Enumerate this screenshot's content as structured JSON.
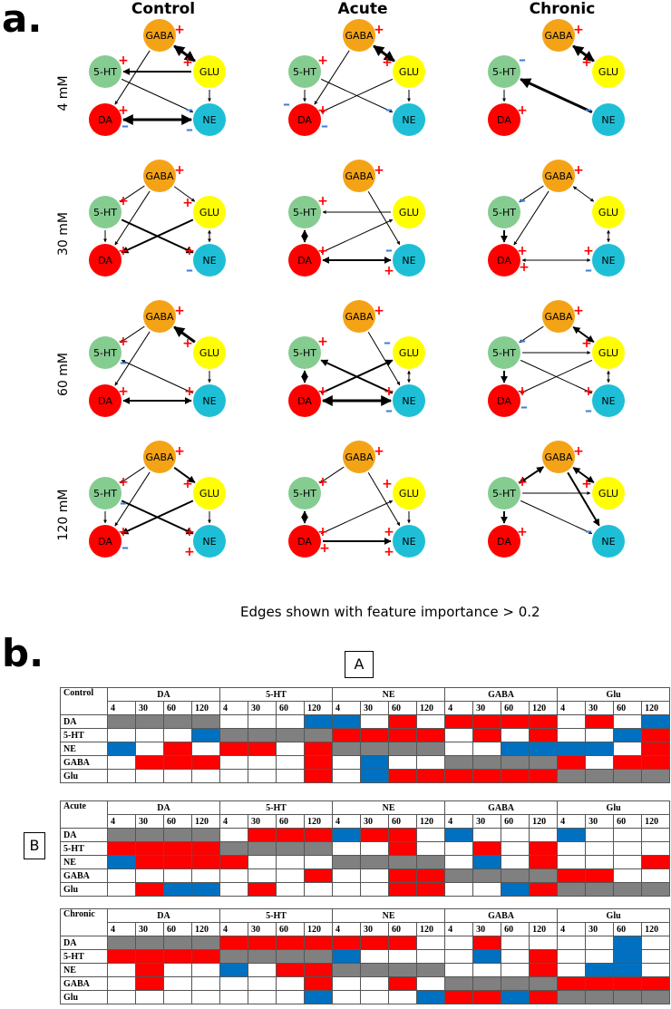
{
  "panel_a_label": "a.",
  "panel_b_label": "b.",
  "columns": [
    "Control",
    "Acute",
    "Chronic"
  ],
  "rows": [
    "4 mM",
    "30 mM",
    "60 mM",
    "120 mM"
  ],
  "footer": "Edges shown with feature importance > 0.2",
  "node_labels": {
    "GABA": "GABA",
    "GLU": "GLU",
    "5HT": "5-HT",
    "DA": "DA",
    "NE": "NE"
  },
  "node_colors": {
    "GABA": "#f5a316",
    "GLU": "#ffff00",
    "5HT": "#85cc91",
    "DA": "#ff0000",
    "NE": "#1ebfd6"
  },
  "sign_colors": {
    "plus": "#ff0000",
    "minus": "#3f7fd6"
  },
  "networks": [
    [
      {
        "edges": [
          [
            "GLU",
            "5HT",
            2
          ],
          [
            "GLU",
            "GABA",
            3,
            "both"
          ],
          [
            "GLU",
            "NE",
            1
          ],
          [
            "GABA",
            "DA",
            1
          ],
          [
            "5HT",
            "NE",
            1
          ],
          [
            "DA",
            "NE",
            3,
            "both"
          ]
        ],
        "signs": [
          [
            "GABA",
            "+"
          ],
          [
            "GLU",
            "+"
          ],
          [
            "5HT",
            "+"
          ],
          [
            "DA",
            "+"
          ],
          [
            "DA",
            "-"
          ],
          [
            "NE",
            "-"
          ],
          [
            "NE",
            "-"
          ]
        ]
      },
      {
        "edges": [
          [
            "GLU",
            "GABA",
            3,
            "both"
          ],
          [
            "GABA",
            "DA",
            1
          ],
          [
            "5HT",
            "NE",
            1
          ],
          [
            "GLU",
            "DA",
            1
          ],
          [
            "GLU",
            "NE",
            1
          ],
          [
            "5HT",
            "DA",
            1
          ]
        ],
        "signs": [
          [
            "GABA",
            "+"
          ],
          [
            "GLU",
            "+"
          ],
          [
            "5HT",
            "+"
          ],
          [
            "DA",
            "+"
          ],
          [
            "DA",
            "-"
          ],
          [
            "DA",
            "-"
          ],
          [
            "NE",
            "-"
          ]
        ]
      },
      {
        "edges": [
          [
            "GLU",
            "GABA",
            3,
            "both"
          ],
          [
            "NE",
            "5HT",
            3
          ],
          [
            "5HT",
            "DA",
            1
          ]
        ],
        "signs": [
          [
            "GABA",
            "+"
          ],
          [
            "GLU",
            "+"
          ],
          [
            "5HT",
            "-"
          ],
          [
            "DA",
            "+"
          ],
          [
            "NE",
            "-"
          ]
        ]
      }
    ],
    [
      {
        "edges": [
          [
            "GABA",
            "5HT",
            1
          ],
          [
            "GABA",
            "DA",
            1
          ],
          [
            "GABA",
            "GLU",
            1
          ],
          [
            "GLU",
            "DA",
            2
          ],
          [
            "5HT",
            "NE",
            2
          ],
          [
            "5HT",
            "DA",
            1
          ],
          [
            "GLU",
            "NE",
            1,
            "both"
          ]
        ],
        "signs": [
          [
            "GABA",
            "+"
          ],
          [
            "GLU",
            "+"
          ],
          [
            "5HT",
            "+"
          ],
          [
            "DA",
            "+"
          ],
          [
            "NE",
            "+"
          ],
          [
            "NE",
            "-"
          ]
        ]
      },
      {
        "edges": [
          [
            "GLU",
            "5HT",
            1
          ],
          [
            "GABA",
            "NE",
            1
          ],
          [
            "DA",
            "GLU",
            1
          ],
          [
            "5HT",
            "DA",
            2,
            "both"
          ],
          [
            "DA",
            "NE",
            2,
            "both"
          ]
        ],
        "signs": [
          [
            "GABA",
            "+"
          ],
          [
            "5HT",
            "+"
          ],
          [
            "DA",
            "+"
          ],
          [
            "NE",
            "-"
          ],
          [
            "NE",
            "+"
          ]
        ]
      },
      {
        "edges": [
          [
            "GABA",
            "5HT",
            1
          ],
          [
            "GABA",
            "GLU",
            1,
            "both"
          ],
          [
            "GABA",
            "DA",
            1
          ],
          [
            "5HT",
            "DA",
            2
          ],
          [
            "GLU",
            "NE",
            1,
            "both"
          ],
          [
            "DA",
            "NE",
            1,
            "both"
          ]
        ],
        "signs": [
          [
            "GABA",
            "+"
          ],
          [
            "5HT",
            "-"
          ],
          [
            "DA",
            "+"
          ],
          [
            "DA",
            "+"
          ],
          [
            "NE",
            "+"
          ],
          [
            "NE",
            "-"
          ]
        ]
      }
    ],
    [
      {
        "edges": [
          [
            "GLU",
            "GABA",
            3
          ],
          [
            "GABA",
            "5HT",
            1
          ],
          [
            "GABA",
            "DA",
            1
          ],
          [
            "GLU",
            "NE",
            1
          ],
          [
            "NE",
            "5HT",
            1
          ],
          [
            "DA",
            "NE",
            2,
            "both"
          ]
        ],
        "signs": [
          [
            "GABA",
            "+"
          ],
          [
            "GLU",
            "+"
          ],
          [
            "5HT",
            "+"
          ],
          [
            "5HT",
            "-"
          ],
          [
            "DA",
            "+"
          ],
          [
            "NE",
            "+"
          ]
        ]
      },
      {
        "edges": [
          [
            "NE",
            "5HT",
            2
          ],
          [
            "DA",
            "GLU",
            2
          ],
          [
            "GABA",
            "NE",
            1
          ],
          [
            "5HT",
            "DA",
            2,
            "both"
          ],
          [
            "DA",
            "NE",
            3,
            "both"
          ],
          [
            "5HT",
            "NE",
            1
          ],
          [
            "GLU",
            "NE",
            1,
            "both"
          ]
        ],
        "signs": [
          [
            "GABA",
            "+"
          ],
          [
            "GLU",
            "-"
          ],
          [
            "5HT",
            "+"
          ],
          [
            "DA",
            "+"
          ],
          [
            "NE",
            "+"
          ],
          [
            "NE",
            "-"
          ]
        ]
      },
      {
        "edges": [
          [
            "GABA",
            "GLU",
            2,
            "both"
          ],
          [
            "GABA",
            "5HT",
            1
          ],
          [
            "5HT",
            "GLU",
            1
          ],
          [
            "5HT",
            "NE",
            1
          ],
          [
            "5HT",
            "DA",
            2
          ],
          [
            "GLU",
            "NE",
            1,
            "both"
          ],
          [
            "GLU",
            "DA",
            1
          ]
        ],
        "signs": [
          [
            "GABA",
            "+"
          ],
          [
            "GLU",
            "+"
          ],
          [
            "5HT",
            "-"
          ],
          [
            "DA",
            "+"
          ],
          [
            "DA",
            "-"
          ],
          [
            "NE",
            "+"
          ],
          [
            "NE",
            "-"
          ]
        ]
      }
    ],
    [
      {
        "edges": [
          [
            "GABA",
            "5HT",
            1
          ],
          [
            "GABA",
            "GLU",
            2
          ],
          [
            "GLU",
            "DA",
            2
          ],
          [
            "5HT",
            "NE",
            2
          ],
          [
            "GLU",
            "NE",
            1
          ],
          [
            "5HT",
            "DA",
            1
          ],
          [
            "GABA",
            "DA",
            1
          ]
        ],
        "signs": [
          [
            "GABA",
            "+"
          ],
          [
            "GLU",
            "+"
          ],
          [
            "5HT",
            "+"
          ],
          [
            "5HT",
            "-"
          ],
          [
            "DA",
            "+"
          ],
          [
            "DA",
            "-"
          ],
          [
            "NE",
            "+"
          ],
          [
            "NE",
            "+"
          ]
        ]
      },
      {
        "edges": [
          [
            "GABA",
            "5HT",
            1
          ],
          [
            "GABA",
            "NE",
            1
          ],
          [
            "DA",
            "GLU",
            1
          ],
          [
            "DA",
            "NE",
            2
          ],
          [
            "5HT",
            "DA",
            2,
            "both"
          ],
          [
            "GLU",
            "NE",
            1
          ]
        ],
        "signs": [
          [
            "GABA",
            "+"
          ],
          [
            "GLU",
            "+"
          ],
          [
            "5HT",
            "+"
          ],
          [
            "DA",
            "+"
          ],
          [
            "DA",
            "+"
          ],
          [
            "NE",
            "+"
          ],
          [
            "NE",
            "+"
          ]
        ]
      },
      {
        "edges": [
          [
            "5HT",
            "GABA",
            2,
            "both"
          ],
          [
            "GABA",
            "GLU",
            2,
            "both"
          ],
          [
            "GABA",
            "NE",
            2
          ],
          [
            "5HT",
            "NE",
            1
          ],
          [
            "5HT",
            "GLU",
            1
          ],
          [
            "5HT",
            "DA",
            2
          ]
        ],
        "signs": [
          [
            "GABA",
            "+"
          ],
          [
            "GLU",
            "+"
          ],
          [
            "5HT",
            "+"
          ],
          [
            "DA",
            "+"
          ],
          [
            "NE",
            "-"
          ]
        ]
      }
    ]
  ],
  "box_A": "A",
  "box_B": "B",
  "matrix": {
    "row_labels": [
      "DA",
      "5-HT",
      "NE",
      "GABA",
      "Glu"
    ],
    "groups": [
      "DA",
      "5-HT",
      "NE",
      "GABA",
      "Glu"
    ],
    "concentrations": [
      "4",
      "30",
      "60",
      "120"
    ],
    "tables": [
      {
        "name": "Control",
        "cells": [
          "ggggwwwbbwrwrrrrwrwb",
          "wwwbggggrrrrwrwrwwbr",
          "bwrwrrwrggggwwbbbbwr",
          "wrrrwwwrwbwwggggrwrr",
          "wwwwwwwrwbrrrrrrgggg"
        ]
      },
      {
        "name": "Acute",
        "cells": [
          "ggggwrrrbrrwbwwwbwww",
          "rrrrggggwwrwwrwrwwww",
          "brrrrwwwggggwbwrwwwr",
          "wwwwwwwrwwrrggggrrww",
          "wrbbwrwwwwrrwwbrgggg"
        ]
      },
      {
        "name": "Chronic",
        "cells": [
          "ggggrrrrrrrwwrwwwwbw",
          "rrrrggggbwwwwbwrwwbw",
          "wrwwbwrrggggwwwrwbbw",
          "wrwwwwwrwwrwggggrrrr",
          "wwwwwwwbwwwbrrbrgggg"
        ]
      }
    ]
  }
}
